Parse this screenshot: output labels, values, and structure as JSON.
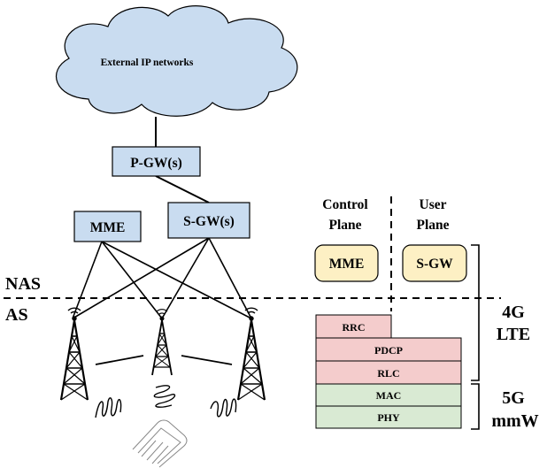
{
  "cloud": {
    "label": "External IP networks",
    "fill": "#c9dcf0"
  },
  "core": {
    "pgw_label": "P-GW(s)",
    "sgw_label": "S-GW(s)",
    "mme_label": "MME",
    "box_fill": "#c9dcf0"
  },
  "boundary": {
    "nas_label": "NAS",
    "as_label": "AS"
  },
  "planes": {
    "control_line1": "Control",
    "control_line2": "Plane",
    "user_line1": "User",
    "user_line2": "Plane",
    "mme_label": "MME",
    "sgw_label": "S-GW",
    "entity_fill": "#fdf0c4"
  },
  "stack": {
    "layers": [
      {
        "label": "RRC",
        "group": "4g"
      },
      {
        "label": "PDCP",
        "group": "4g"
      },
      {
        "label": "RLC",
        "group": "4g"
      },
      {
        "label": "MAC",
        "group": "5g"
      },
      {
        "label": "PHY",
        "group": "5g"
      }
    ],
    "fill_4g": "#f4cccc",
    "fill_5g": "#d9ead3"
  },
  "brackets": {
    "lte_line1": "4G",
    "lte_line2": "LTE",
    "mmw_line1": "5G",
    "mmw_line2": "mmW"
  }
}
